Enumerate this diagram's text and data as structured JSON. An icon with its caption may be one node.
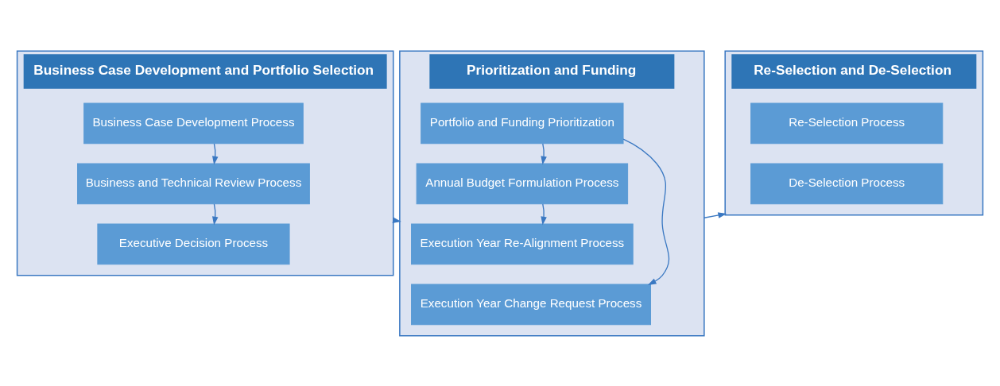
{
  "diagram": {
    "nodes": [
      {
        "text": [
          "Business Case Development and Portfolio Selection"
        ]
      },
      {
        "text": [
          "Business Case Development Process"
        ],
        "in": 0
      },
      {
        "text": [
          "Business and Technical Review Process"
        ],
        "in": 0
      },
      {
        "text": [
          "Executive Decision Process"
        ],
        "in": 0
      },
      {
        "text": [
          "Prioritization and Funding"
        ]
      },
      {
        "text": [
          "Portfolio and Funding Prioritization"
        ],
        "in": 4
      },
      {
        "text": [
          "Annual Budget Formulation Process"
        ],
        "in": 4
      },
      {
        "text": [
          "Execution Year Re-Alignment Process"
        ],
        "in": 4
      },
      {
        "text": [
          "Execution Year Change Request Process"
        ],
        "in": 4
      },
      {
        "text": [
          "Re-Selection and De-Selection"
        ]
      },
      {
        "text": [
          "Re-Selection Process"
        ],
        "in": 9
      },
      {
        "text": [
          "De-Selection Process"
        ],
        "in": 9
      }
    ],
    "edges": [
      {
        "from": 1,
        "to": 2,
        "arrow": "to"
      },
      {
        "from": 2,
        "to": 3,
        "arrow": "to"
      },
      {
        "from": 0,
        "to": 4,
        "arrow": "to"
      },
      {
        "from": 5,
        "to": 6,
        "arrow": "to"
      },
      {
        "from": 5,
        "to": 8,
        "arrow": "to"
      },
      {
        "from": 6,
        "to": 7,
        "arrow": "to"
      },
      {
        "from": 4,
        "to": 9,
        "arrow": "to"
      }
    ]
  }
}
